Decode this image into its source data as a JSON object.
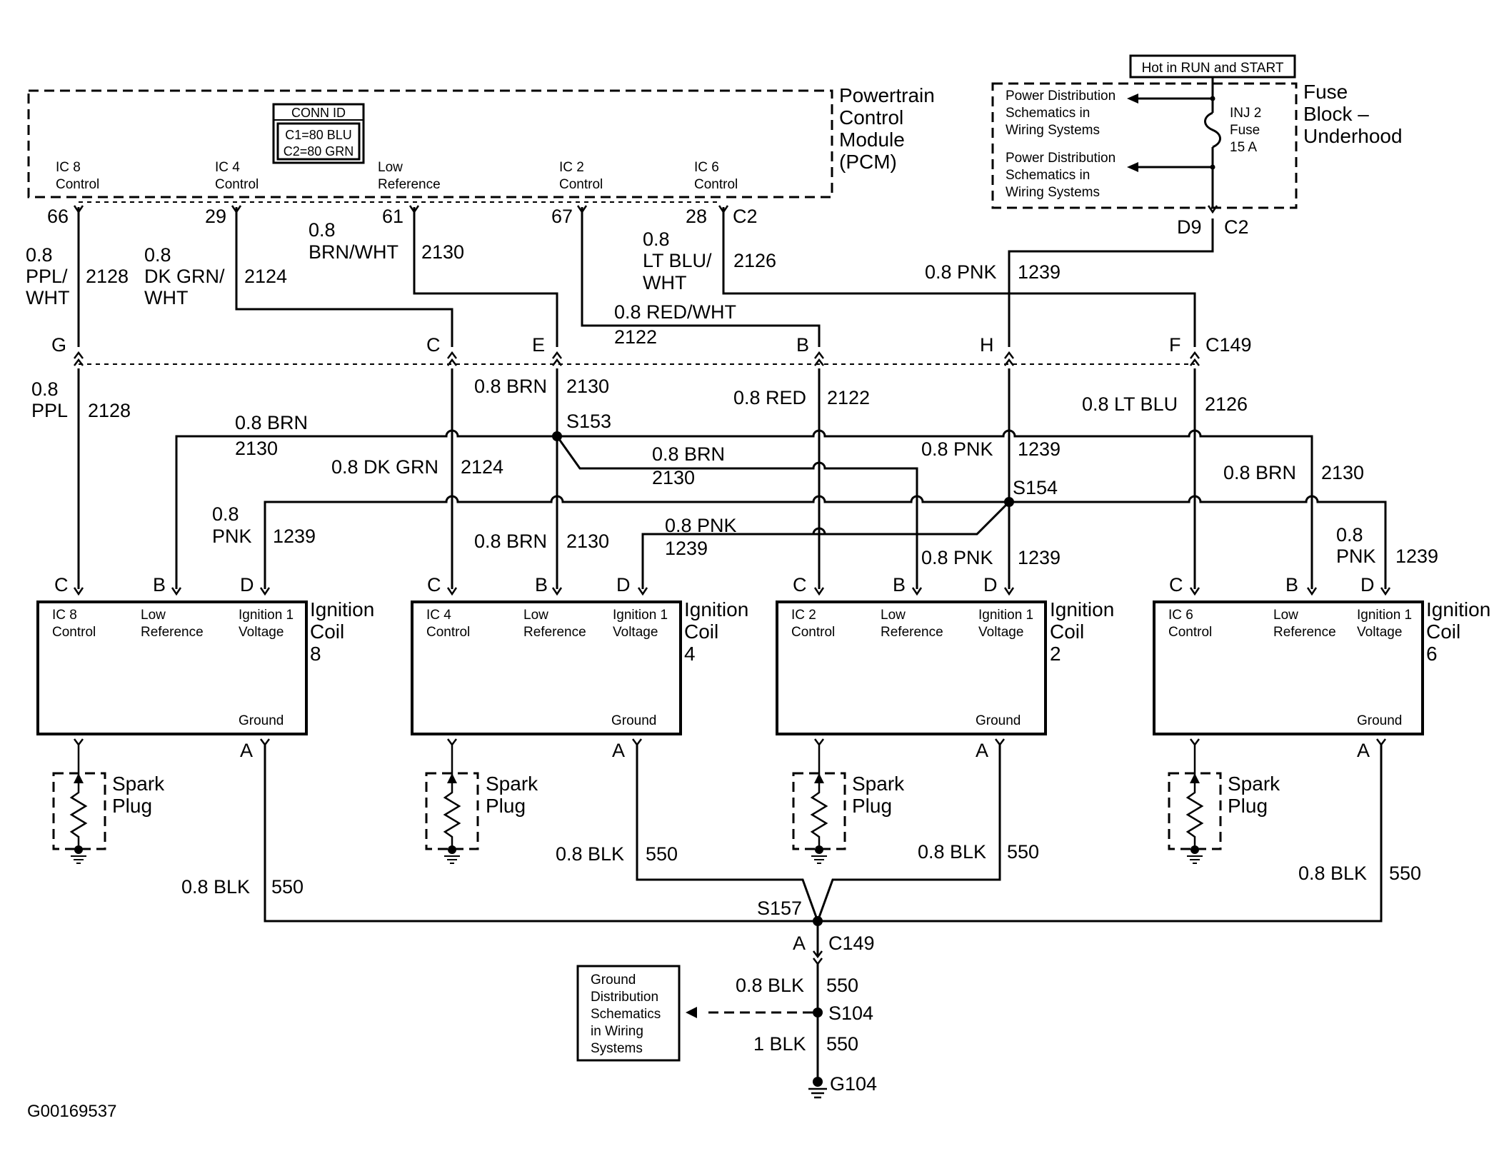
{
  "pcm": {
    "title_lines": [
      "Powertrain",
      "Control",
      "Module",
      "(PCM)"
    ],
    "conn_id": {
      "title": "CONN ID",
      "lines": [
        "C1=80 BLU",
        "C2=80 GRN"
      ]
    },
    "pin_labels": [
      {
        "lines": [
          "IC 8",
          "Control"
        ]
      },
      {
        "lines": [
          "IC 4",
          "Control"
        ]
      },
      {
        "lines": [
          "Low",
          "Reference"
        ]
      },
      {
        "lines": [
          "IC 2",
          "Control"
        ]
      },
      {
        "lines": [
          "IC 6",
          "Control"
        ]
      }
    ],
    "pins": [
      "66",
      "29",
      "61",
      "67",
      "28"
    ],
    "connector": "C2"
  },
  "fuse_block": {
    "hot_label": "Hot in RUN and START",
    "title_lines": [
      "Fuse",
      "Block –",
      "Underhood"
    ],
    "power_refs": [
      {
        "lines": [
          "Power Distribution",
          "Schematics in",
          "Wiring Systems"
        ]
      },
      {
        "lines": [
          "Power Distribution",
          "Schematics in",
          "Wiring Systems"
        ]
      }
    ],
    "fuse_lines": [
      "INJ 2",
      "Fuse",
      "15 A"
    ],
    "pin": "D9",
    "connector": "C2"
  },
  "wires_top": [
    {
      "gauge": [
        "0.8",
        "PPL/",
        "WHT"
      ],
      "circuit": "2128"
    },
    {
      "gauge": [
        "0.8",
        "DK GRN/",
        "WHT"
      ],
      "circuit": "2124"
    },
    {
      "gauge": [
        "0.8",
        "BRN/WHT"
      ],
      "circuit": "2130"
    },
    {
      "gauge": [
        "0.8 RED/WHT"
      ],
      "circuit": "2122"
    },
    {
      "gauge": [
        "0.8",
        "LT BLU/",
        "WHT"
      ],
      "circuit": "2126"
    },
    {
      "gauge": [
        "0.8 PNK"
      ],
      "circuit": "1239"
    }
  ],
  "c149": {
    "pins": [
      "G",
      "C",
      "E",
      "B",
      "H",
      "F"
    ],
    "connector": "C149"
  },
  "wires_mid": [
    {
      "gauge": [
        "0.8",
        "PPL"
      ],
      "circuit": "2128"
    },
    {
      "gauge": [
        "0.8 BRN"
      ],
      "circuit": "2130"
    },
    {
      "gauge": [
        "0.8 RED"
      ],
      "circuit": "2122"
    },
    {
      "gauge": [
        "0.8 LT BLU"
      ],
      "circuit": "2126"
    },
    {
      "gauge": [
        "0.8 BRN"
      ],
      "circuit": "2130"
    },
    {
      "gauge": [
        "0.8 DK GRN"
      ],
      "circuit": "2124"
    },
    {
      "gauge": [
        "0.8 BRN"
      ],
      "circuit": "2130"
    },
    {
      "gauge": [
        "0.8 PNK"
      ],
      "circuit": "1239"
    },
    {
      "gauge": [
        "0.8 BRN"
      ],
      "circuit": "2130"
    },
    {
      "gauge": [
        "0.8",
        "PNK"
      ],
      "circuit": "1239"
    },
    {
      "gauge": [
        "0.8 BRN"
      ],
      "circuit": "2130"
    },
    {
      "gauge": [
        "0.8 PNK"
      ],
      "circuit": "1239"
    },
    {
      "gauge": [
        "0.8 PNK"
      ],
      "circuit": "1239"
    },
    {
      "gauge": [
        "0.8",
        "PNK"
      ],
      "circuit": "1239"
    }
  ],
  "splices": {
    "s153": "S153",
    "s154": "S154",
    "s157": "S157",
    "s104": "S104"
  },
  "coils": [
    {
      "title_lines": [
        "Ignition",
        "Coil",
        "8"
      ],
      "term_labels": [
        [
          "IC 8",
          "Control"
        ],
        [
          "Low",
          "Reference"
        ],
        [
          "Ignition 1",
          "Voltage"
        ]
      ],
      "ground_label": "Ground",
      "pins": [
        "C",
        "B",
        "D",
        "A"
      ],
      "spark_lines": [
        "Spark",
        "Plug"
      ],
      "ground_wire": {
        "gauge": "0.8 BLK",
        "circuit": "550"
      }
    },
    {
      "title_lines": [
        "Ignition",
        "Coil",
        "4"
      ],
      "term_labels": [
        [
          "IC 4",
          "Control"
        ],
        [
          "Low",
          "Reference"
        ],
        [
          "Ignition 1",
          "Voltage"
        ]
      ],
      "ground_label": "Ground",
      "pins": [
        "C",
        "B",
        "D",
        "A"
      ],
      "spark_lines": [
        "Spark",
        "Plug"
      ],
      "ground_wire": {
        "gauge": "0.8 BLK",
        "circuit": "550"
      }
    },
    {
      "title_lines": [
        "Ignition",
        "Coil",
        "2"
      ],
      "term_labels": [
        [
          "IC 2",
          "Control"
        ],
        [
          "Low",
          "Reference"
        ],
        [
          "Ignition 1",
          "Voltage"
        ]
      ],
      "ground_label": "Ground",
      "pins": [
        "C",
        "B",
        "D",
        "A"
      ],
      "spark_lines": [
        "Spark",
        "Plug"
      ],
      "ground_wire": {
        "gauge": "0.8 BLK",
        "circuit": "550"
      }
    },
    {
      "title_lines": [
        "Ignition",
        "Coil",
        "6"
      ],
      "term_labels": [
        [
          "IC 6",
          "Control"
        ],
        [
          "Low",
          "Reference"
        ],
        [
          "Ignition 1",
          "Voltage"
        ]
      ],
      "ground_label": "Ground",
      "pins": [
        "C",
        "B",
        "D",
        "A"
      ],
      "spark_lines": [
        "Spark",
        "Plug"
      ],
      "ground_wire": {
        "gauge": "0.8 BLK",
        "circuit": "550"
      }
    }
  ],
  "ground": {
    "c149_pin": "A",
    "c149_connector": "C149",
    "wire1": {
      "gauge": "0.8 BLK",
      "circuit": "550"
    },
    "wire2": {
      "gauge": "1 BLK",
      "circuit": "550"
    },
    "ground_id": "G104",
    "ref_lines": [
      "Ground",
      "Distribution",
      "Schematics",
      "in Wiring",
      "Systems"
    ]
  },
  "figure_id": "G00169537"
}
